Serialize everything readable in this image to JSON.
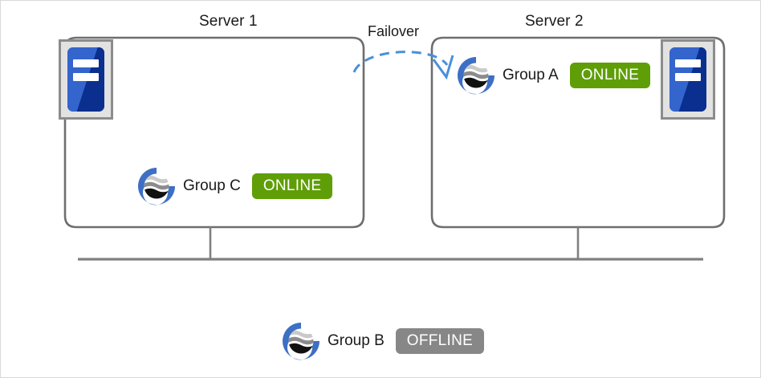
{
  "diagram": {
    "title_server_1": "Server 1",
    "title_server_2": "Server 2",
    "failover_label": "Failover",
    "colors": {
      "online_badge": "#5f9e07",
      "offline_badge": "#878787",
      "box_border": "#6e6e6e",
      "bus_line": "#808080",
      "arrow": "#4a90d9",
      "server_icon_frame": "#8c8c8c",
      "server_icon_body_light": "#3465cd",
      "server_icon_body_dark": "#0b2f8f",
      "group_icon_ring": "#3d6fc4",
      "text": "#1a1a1a"
    }
  },
  "servers": [
    {
      "name": "Server 1",
      "icon": "server-icon",
      "groups": [
        {
          "icon": "resource-group-icon",
          "label": "Group  C",
          "status": "ONLINE",
          "status_kind": "online"
        }
      ]
    },
    {
      "name": "Server 2",
      "icon": "server-icon",
      "groups": [
        {
          "icon": "resource-group-icon",
          "label": "Group A",
          "status": "ONLINE",
          "status_kind": "online"
        }
      ]
    }
  ],
  "floating_group": {
    "icon": "resource-group-icon",
    "label": "Group  B",
    "status": "OFFLINE",
    "status_kind": "offline"
  },
  "annotations": {
    "failover_arrow": {
      "label": "Failover",
      "style": "dashed-curved-arrow",
      "direction": "server-1-to-server-2"
    }
  }
}
